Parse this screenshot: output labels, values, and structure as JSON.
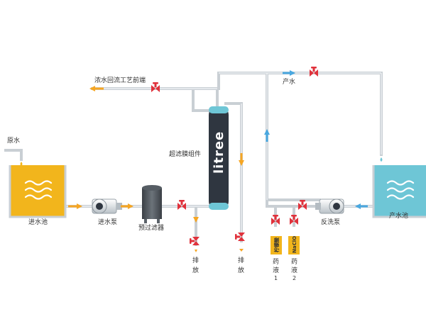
{
  "labels": {
    "raw_water": "原水",
    "feed_tank": "进水池",
    "feed_pump": "进水泵",
    "prefilter": "预过滤器",
    "uf_module": "超滤膜组件",
    "concentrate": "浓水回流工艺前端",
    "product_water": "产水",
    "product_tank": "产水池",
    "backwash_pump": "反洗泵",
    "drain1": [
      "排",
      "放"
    ],
    "drain2": [
      "排",
      "放"
    ],
    "chem1": [
      "药",
      "液",
      "1"
    ],
    "chem2": [
      "药",
      "液",
      "2"
    ]
  },
  "brand": "litree",
  "chemicals": {
    "chem1_name": "柠檬酸",
    "chem2_name": "NaClO"
  },
  "icons": {
    "valve": "red-valve-icon",
    "flow_arrow": "flow-arrow-icon",
    "water_wave": "water-wave-icon",
    "drop": "water-drop-icon"
  },
  "colors": {
    "pipe": "#c9cfd4",
    "feed_water": "#f2b51c",
    "product_water": "#6ec6d6",
    "valve": "#e0313b",
    "membrane": "#2f3640",
    "flow_arrow_orange": "#f6a623",
    "flow_arrow_blue": "#4aa8e0"
  }
}
